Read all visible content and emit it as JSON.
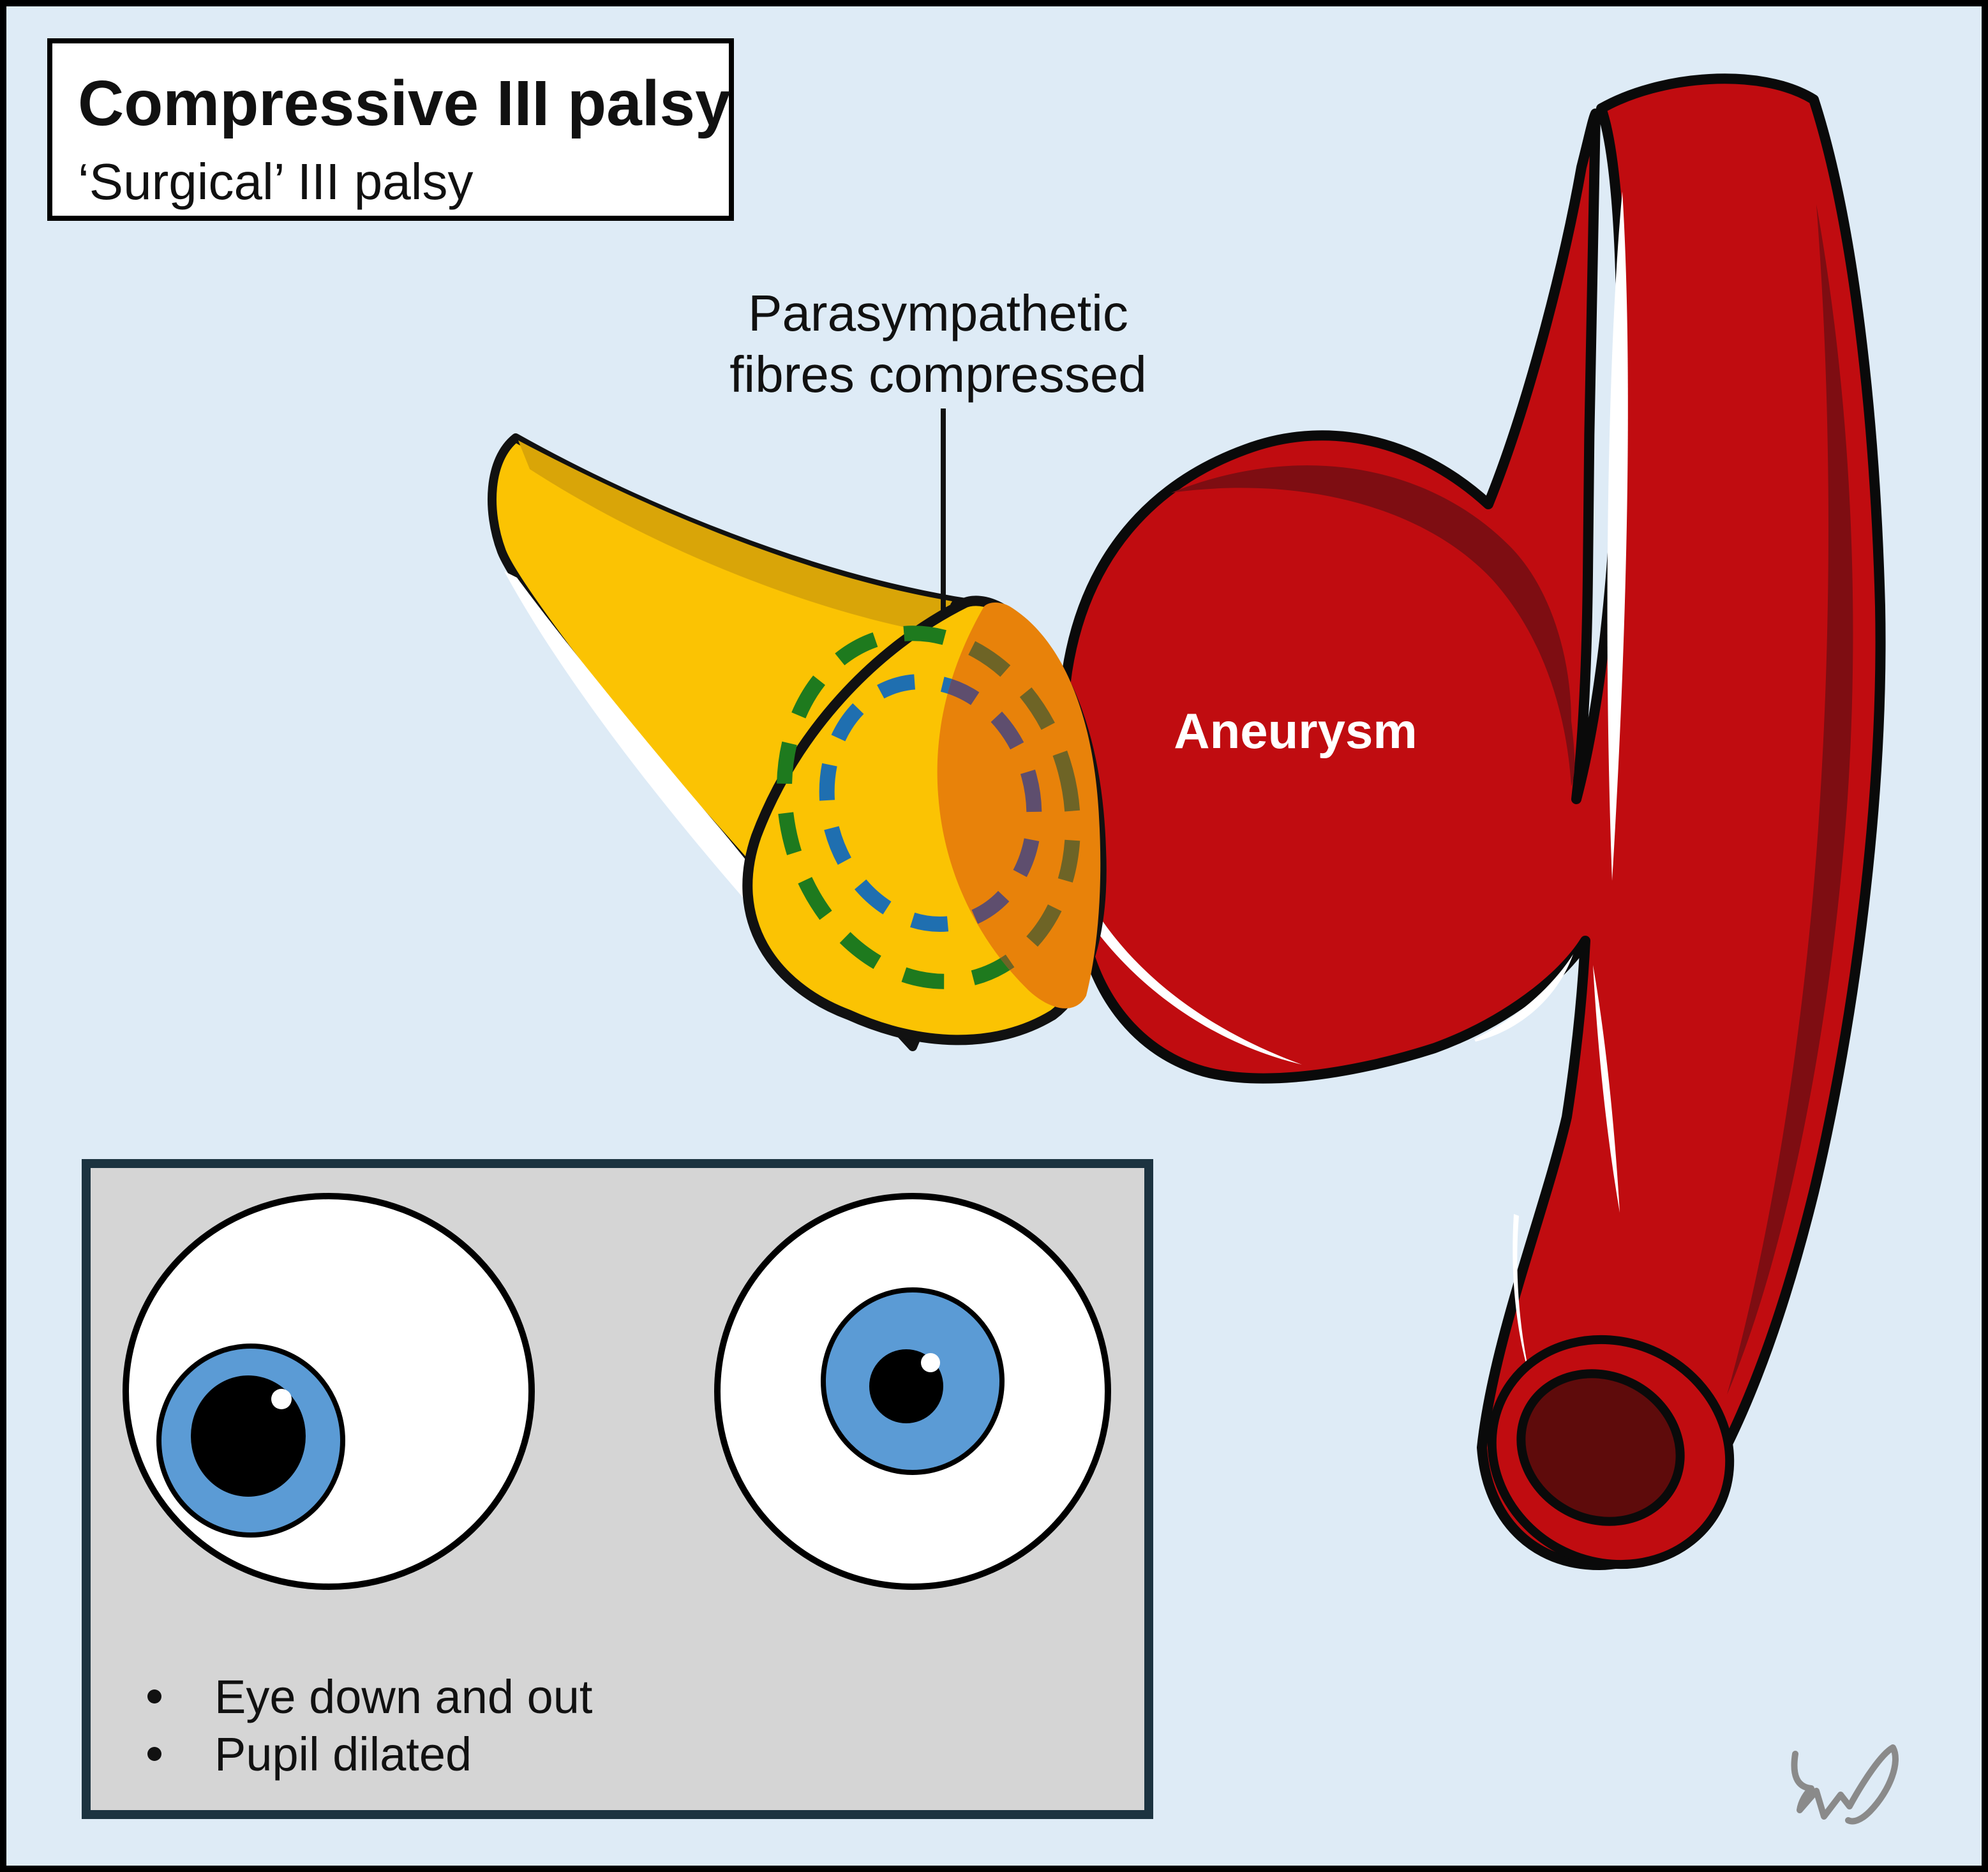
{
  "page": {
    "background": "#DEEBF6",
    "border_color": "#000000"
  },
  "title_box": {
    "title": "Compressive III palsy",
    "subtitle": "‘Surgical’ III palsy",
    "fill": "#FFFFFF",
    "border": "#000000",
    "text_color": "#111111"
  },
  "nerve_label": {
    "line1": "Parasympathetic",
    "line2": "fibres compressed",
    "color": "#111111"
  },
  "nerve": {
    "fill": "#FBC303",
    "shade": "#D9A508",
    "outline": "#111111",
    "highlight": "#FFFFFF",
    "compressed_fill": "#E8820A",
    "ring_outer_color": "#1E7A1E",
    "ring_outer_compressed_color": "#6E6426",
    "ring_inner_color": "#1F6FB0",
    "ring_inner_compressed_color": "#5E4E6E"
  },
  "aneurysm": {
    "label": "Aneurysm",
    "label_color": "#FFFFFF",
    "fill": "#C00C10",
    "shade": "#7E0D12",
    "outline": "#0A0A0A",
    "highlight": "#FFFFFF"
  },
  "vessel": {
    "fill": "#C00C10",
    "shade": "#7E0D12",
    "lumen_fill": "#5E0B0B",
    "outline": "#0A0A0A"
  },
  "eyes_panel": {
    "fill": "#D5D5D5",
    "border": "#1C3340",
    "sclera": "#FFFFFF",
    "iris_color": "#5B9BD5",
    "pupil_color": "#000000",
    "bullets": [
      "Eye down and out",
      "Pupil dilated"
    ],
    "text_color": "#111111"
  },
  "signature": {
    "color": "#8A8A8A"
  }
}
